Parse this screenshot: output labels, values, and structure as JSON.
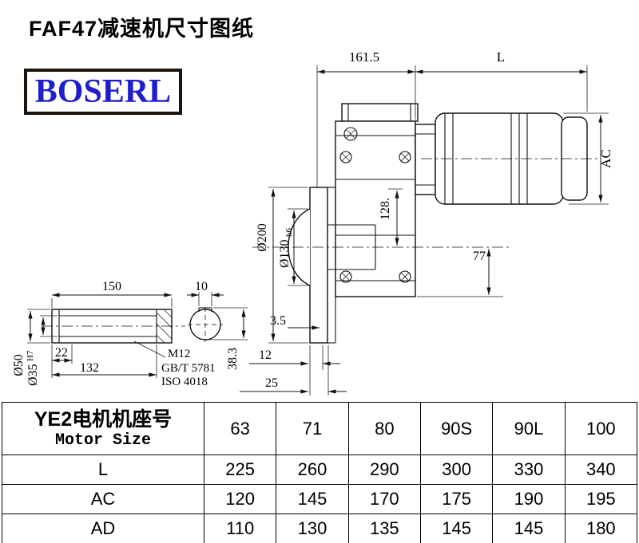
{
  "page": {
    "title": "FAF47减速机尺寸图纸"
  },
  "logo": {
    "text": "BOSERL"
  },
  "drawing": {
    "dim_top_width": "161.5",
    "dim_motor_length": "L",
    "dim_motor_ac": "AC",
    "dia_flange": "Ø200",
    "dia_spigot": "Ø130",
    "dia_spigot_tol": "h6",
    "dim_center_height": "128.",
    "dim_center_to_base": "77",
    "dim_shaft_length": "150",
    "dim_key_width": "10",
    "dia_shaft": "Ø50",
    "dia_bore": "Ø35",
    "dia_bore_tol": "H7",
    "dim_key_len": "22",
    "dim_bore_len": "132",
    "callout_thread": "M12",
    "callout_std1": "GB/T 5781",
    "callout_std2": "ISO 4018",
    "dim_flange_t": "3.5",
    "dim_offset_12": "12",
    "dim_offset_25": "25",
    "dim_keyway_depth": "38.3"
  },
  "table": {
    "header": {
      "col_label_cn": "YE2电机机座号",
      "col_label_en": "Motor Size",
      "sizes": [
        "63",
        "71",
        "80",
        "90S",
        "90L",
        "100"
      ]
    },
    "rows": [
      {
        "label": "L",
        "values": [
          "225",
          "260",
          "290",
          "300",
          "330",
          "340"
        ]
      },
      {
        "label": "AC",
        "values": [
          "120",
          "145",
          "170",
          "175",
          "190",
          "195"
        ]
      },
      {
        "label": "AD",
        "values": [
          "110",
          "130",
          "135",
          "145",
          "145",
          "180"
        ]
      }
    ]
  }
}
